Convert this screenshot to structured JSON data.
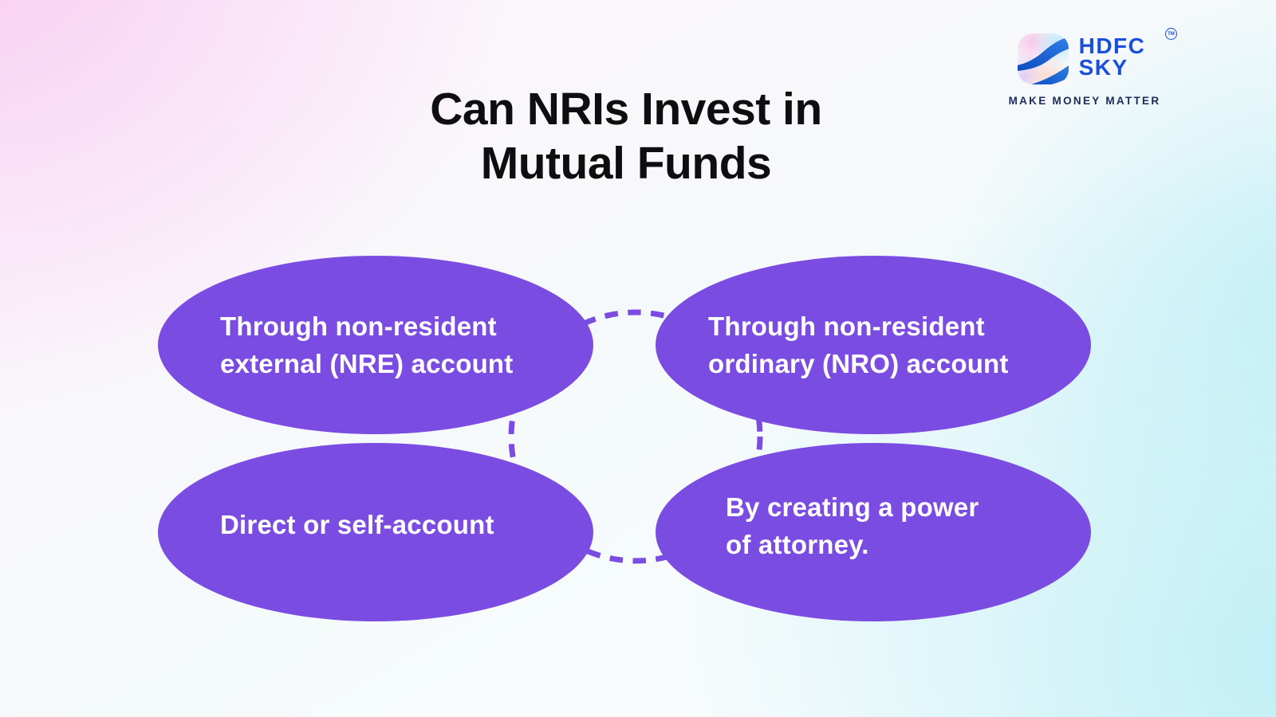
{
  "title": {
    "line1": "Can NRIs Invest in",
    "line2": "Mutual Funds"
  },
  "logo": {
    "brand_top": "HDFC",
    "brand_bottom": "SKY",
    "trademark": "TM",
    "tagline": "MAKE MONEY MATTER"
  },
  "bubbles": [
    {
      "line1": "Through non-resident",
      "line2": "external (NRE) account"
    },
    {
      "line1": "Through non-resident",
      "line2": "ordinary (NRO) account"
    },
    {
      "line1": "Direct or self-account",
      "line2": ""
    },
    {
      "line1": "By creating a power",
      "line2": "of attorney."
    }
  ],
  "colors": {
    "bubble_purple": "#7B4CE2",
    "bubble_text": "#FFFFFF",
    "title_black": "#0E0E10",
    "brand_blue": "#1B4FDB",
    "tagline_navy": "#1B2A5B",
    "bg_pink": "#F8CDF2",
    "bg_cyan": "#BCEEF5",
    "icon_blue": "#1A5CD0"
  }
}
